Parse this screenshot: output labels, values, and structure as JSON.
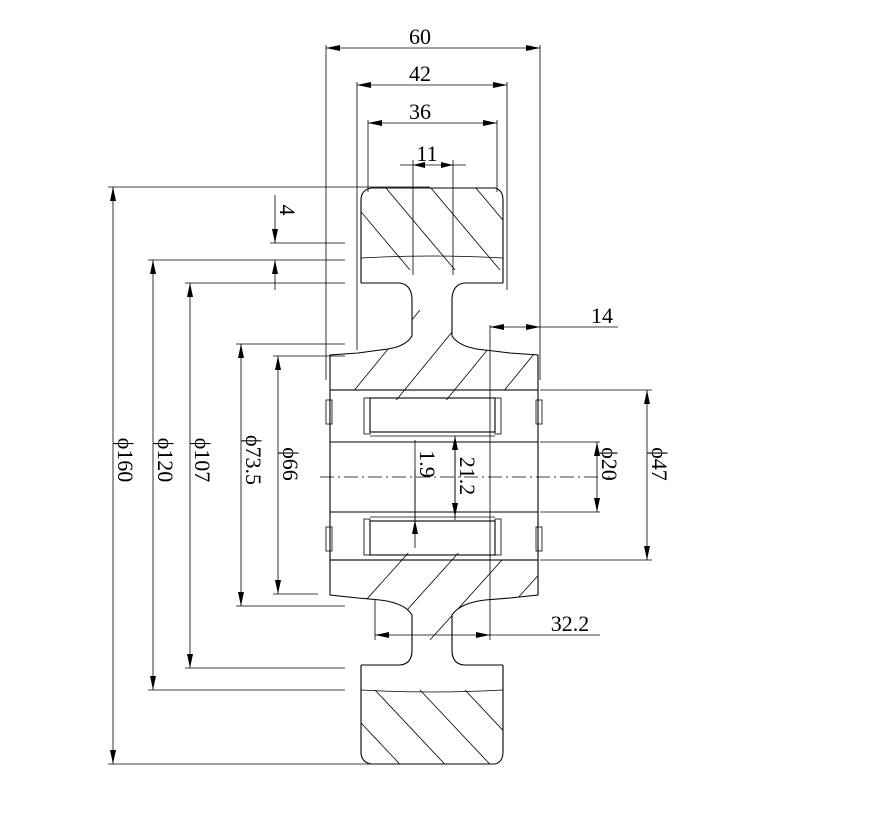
{
  "drawing": {
    "type": "wheel-cross-section",
    "dimensions": {
      "width_60": "60",
      "width_42": "42",
      "width_36": "36",
      "width_11": "11",
      "width_14": "14",
      "width_32_2": "32.2",
      "thickness_4": "4",
      "dia_160": "ϕ160",
      "dia_120": "ϕ120",
      "dia_107": "ϕ107",
      "dia_73_5": "ϕ73.5",
      "dia_66": "ϕ66",
      "dia_20": "ϕ20",
      "dia_47": "ϕ47",
      "dim_1_9": "1.9",
      "dim_21_2": "21.2"
    }
  }
}
